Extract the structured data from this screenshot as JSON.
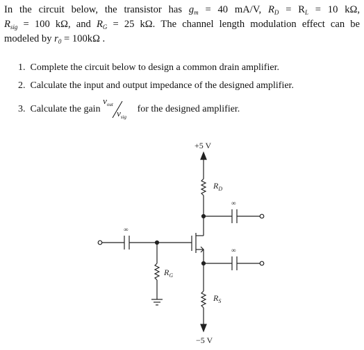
{
  "problem": {
    "line1_intro": "In the circuit below, the transistor has",
    "gm": "g",
    "gm_sub": "m",
    "gm_value": "= 40 mA/V,",
    "rd": "R",
    "rd_sub": "D",
    "rl_eq": "= R",
    "rl_sub": "L",
    "rl_value": "= 10 kΩ,",
    "rsig": "R",
    "rsig_sub": "sig",
    "rsig_value": "= 100 kΩ, and",
    "rg": "R",
    "rg_sub": "G",
    "rg_value": "= 25 kΩ. The channel length modulation effect can be",
    "line3_intro": "modeled by",
    "ro": "r",
    "ro_sub": "0",
    "ro_value": "= 100kΩ ."
  },
  "tasks": [
    {
      "number": "1.",
      "text": "Complete the circuit below to design a common drain amplifier."
    },
    {
      "number": "2.",
      "text": "Calculate the input and output impedance of the designed amplifier."
    },
    {
      "number": "3.",
      "text_before": "Calculate the gain",
      "text_after": "for the designed amplifier."
    }
  ],
  "gain_fraction": {
    "numerator": "v",
    "numerator_sub": "out",
    "denominator": "v",
    "denominator_sub": "sig"
  },
  "circuit": {
    "vdd": "+5 V",
    "vss": "−5 V",
    "rd_label": "R",
    "rd_label_sub": "D",
    "rg_label": "R",
    "rg_label_sub": "G",
    "rs_label": "R",
    "rs_label_sub": "S",
    "infinity": "∞"
  }
}
